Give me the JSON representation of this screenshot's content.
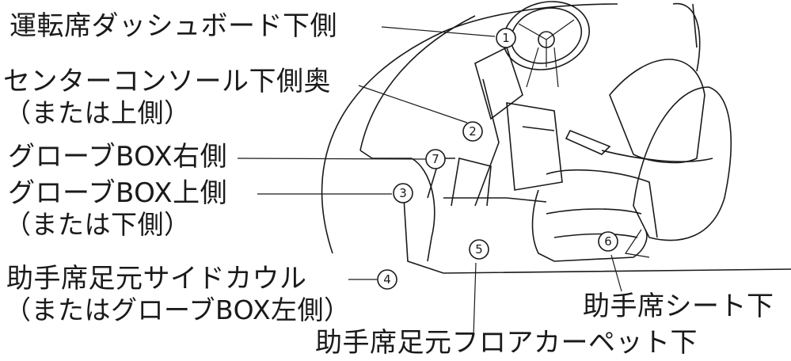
{
  "labels": {
    "l1": "運転席ダッシュボード下側",
    "l2a": "センターコンソール下側奥",
    "l2b": "（または上側）",
    "l7": "グローブBOX右側",
    "l3a": "グローブBOX上側",
    "l3b": "（または下側）",
    "l4a": "助手席足元サイドカウル",
    "l4b": "（またはグローブBOX左側）",
    "l6": "助手席シート下",
    "l5": "助手席足元フロアカーペット下"
  },
  "markers": {
    "m1": "1",
    "m2": "2",
    "m3": "3",
    "m4": "4",
    "m5": "5",
    "m6": "6",
    "m7": "7"
  }
}
